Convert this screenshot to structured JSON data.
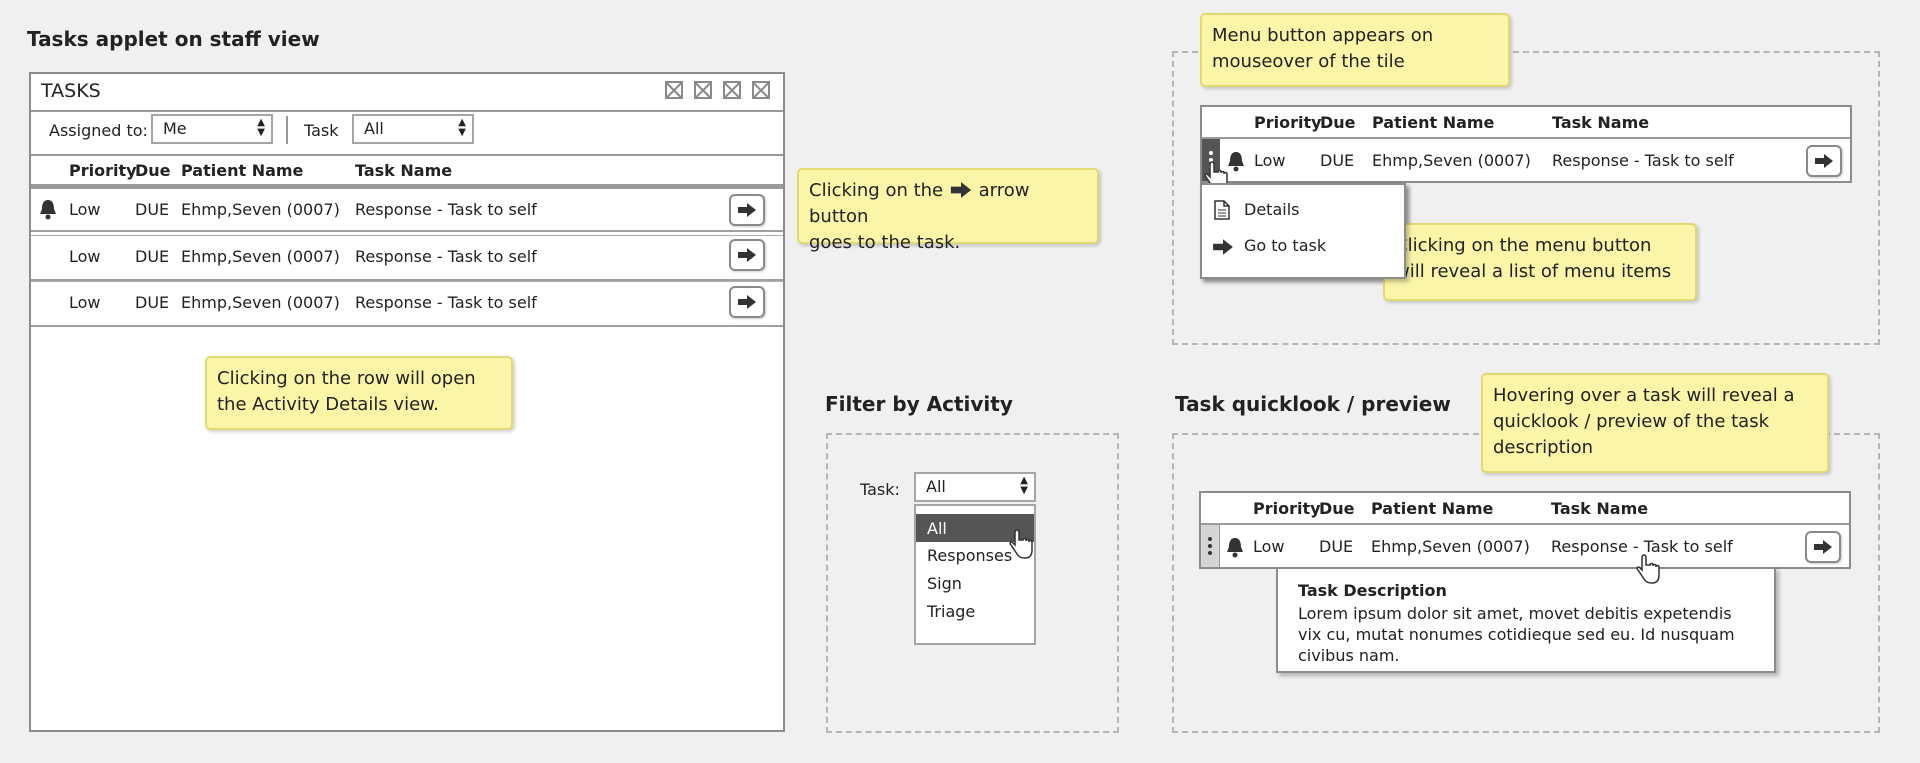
{
  "tasks_applet": {
    "section_title": "Tasks applet on staff view",
    "title": "TASKS",
    "assigned_label": "Assigned to:",
    "assigned_value": "Me",
    "task_label": "Task",
    "task_value": "All",
    "columns": [
      "Priority",
      "Due",
      "Patient Name",
      "Task Name"
    ],
    "rows": [
      {
        "priority": "Low",
        "due": "DUE",
        "patient": "Ehmp,Seven (0007)",
        "task": "Response - Task to self",
        "bell": true
      },
      {
        "priority": "Low",
        "due": "DUE",
        "patient": "Ehmp,Seven (0007)",
        "task": "Response - Task to self",
        "bell": false
      },
      {
        "priority": "Low",
        "due": "DUE",
        "patient": "Ehmp,Seven (0007)",
        "task": "Response - Task to self",
        "bell": false
      }
    ],
    "row_note": "Clicking on the row will open the Activity Details view."
  },
  "arrow_note": {
    "part1": "Clicking on the",
    "part2": "arrow button",
    "part3": "goes to the task."
  },
  "menu_demo": {
    "note_top": "Menu button appears on mouseover of the tile",
    "columns": [
      "Priority",
      "Due",
      "Patient Name",
      "Task Name"
    ],
    "row": {
      "priority": "Low",
      "due": "DUE",
      "patient": "Ehmp,Seven (0007)",
      "task": "Response - Task to self"
    },
    "menu_items": [
      "Details",
      "Go to task"
    ],
    "note_bottom": "Clicking on the menu button will reveal a list of menu items"
  },
  "filter_demo": {
    "section_title": "Filter by Activity",
    "label": "Task:",
    "selected": "All",
    "options": [
      "All",
      "Responses",
      "Sign",
      "Triage"
    ]
  },
  "quicklook_demo": {
    "section_title": "Task quicklook / preview",
    "note": "Hovering over a task will reveal a quicklook / preview of the task description",
    "columns": [
      "Priority",
      "Due",
      "Patient Name",
      "Task Name"
    ],
    "row": {
      "priority": "Low",
      "due": "DUE",
      "patient": "Ehmp,Seven (0007)",
      "task": "Response - Task to self"
    },
    "tooltip_title": "Task Description",
    "tooltip_body": "Lorem ipsum dolor sit amet, movet debitis expetendis vix cu, mutat nonumes cotidieque sed eu. Id nusquam civibus nam."
  },
  "icons": {
    "bell": "bell-icon",
    "arrow": "right-arrow-icon",
    "doc": "document-icon",
    "kebab": "kebab-menu-icon",
    "pointer": "hand-pointer-icon"
  }
}
